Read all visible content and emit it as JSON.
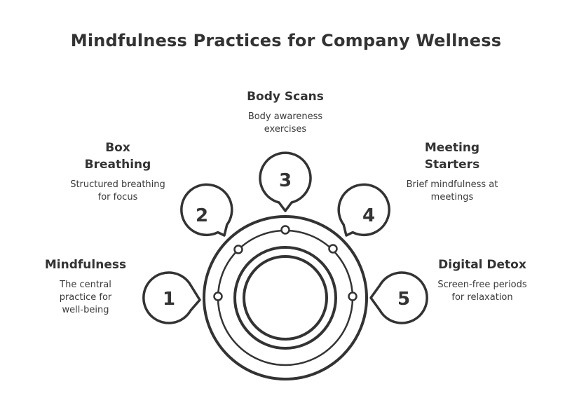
{
  "title": "Mindfulness Practices for Company Wellness",
  "practices": [
    {
      "number": "1",
      "title": "Mindfulness",
      "desc": "The central practice for well-being"
    },
    {
      "number": "2",
      "title": "Box Breathing",
      "desc": "Structured breathing for focus"
    },
    {
      "number": "3",
      "title": "Body Scans",
      "desc": "Body awareness exercises"
    },
    {
      "number": "4",
      "title": "Meeting Starters",
      "desc": "Brief mindfulness at meetings"
    },
    {
      "number": "5",
      "title": "Digital Detox",
      "desc": "Screen-free periods for relaxation"
    }
  ],
  "colors": {
    "stroke": "#333333",
    "fill": "#ffffff"
  }
}
